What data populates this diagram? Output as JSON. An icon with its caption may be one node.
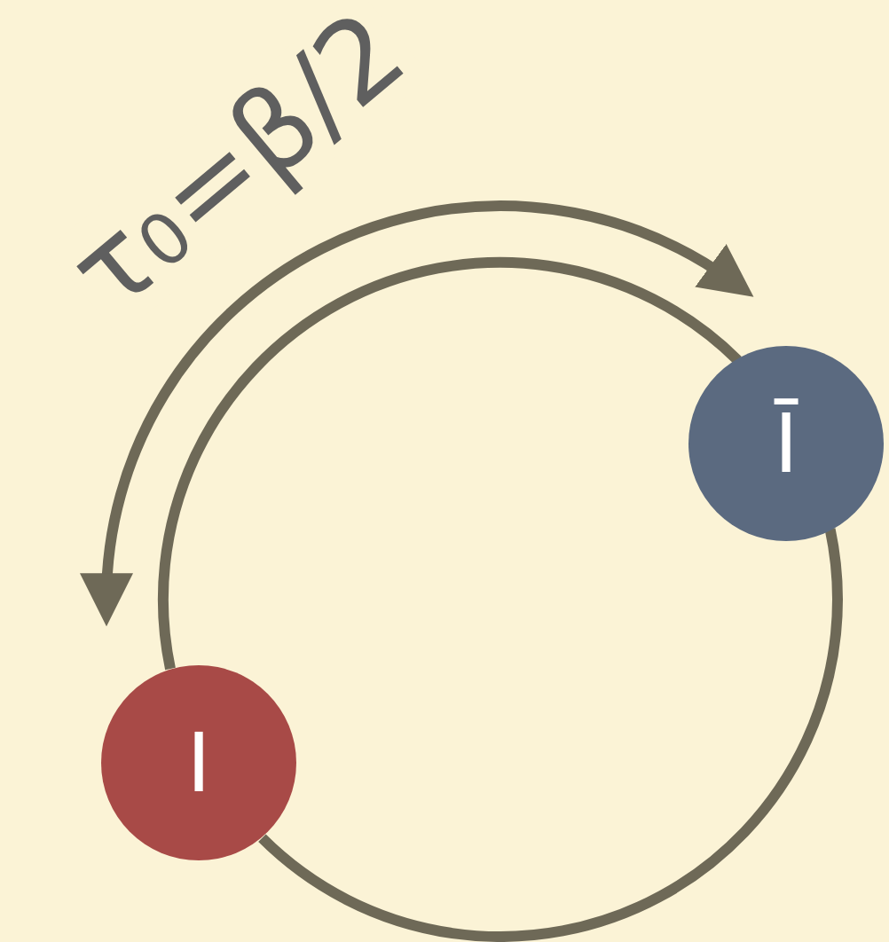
{
  "diagram": {
    "nodes": [
      {
        "text": [
          "I"
        ]
      },
      {
        "text": [
          "Ī"
        ]
      }
    ],
    "edges": [
      {
        "from": 0,
        "to": 1,
        "arrow": "both",
        "label": "τ$_{0}$=β/2"
      },
      {
        "from": 0,
        "to": 1,
        "arrow": "none"
      },
      {
        "from": 0,
        "to": 1,
        "arrow": "none"
      }
    ]
  }
}
